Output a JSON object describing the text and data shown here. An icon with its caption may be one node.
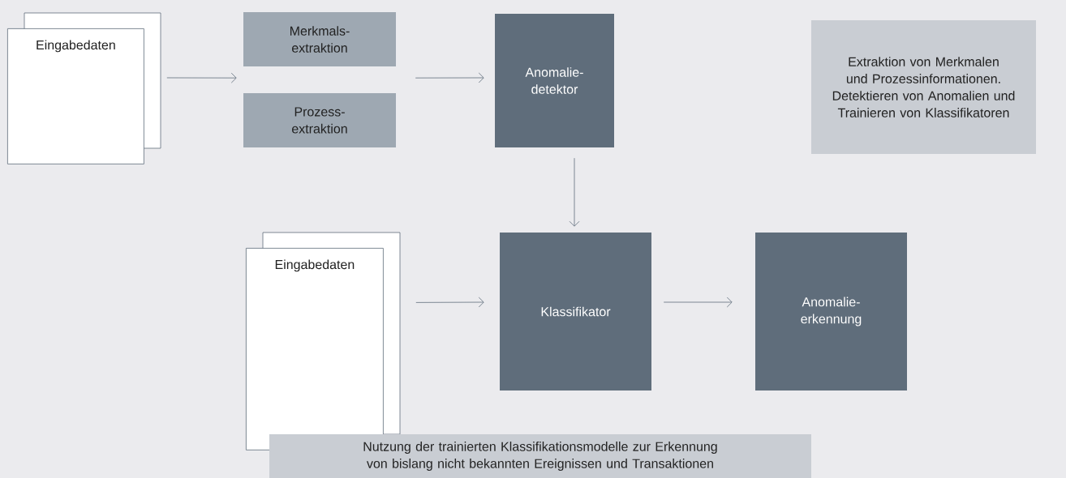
{
  "diagram": {
    "nodes": [
      {
        "text": [
          "Eingabedaten"
        ]
      },
      {
        "text": [
          "Merkmals- extraktion"
        ]
      },
      {
        "text": [
          "Prozess- extraktion"
        ]
      },
      {
        "text": [
          "Anomalie- detektor"
        ]
      },
      {
        "text": [
          "Extraktion von Merkmalen und Prozessinformationen. Detektieren von Anomalien und Trainieren von Klassifikatoren"
        ]
      },
      {
        "text": [
          "Eingabedaten"
        ]
      },
      {
        "text": [
          "Klassifikator"
        ]
      },
      {
        "text": [
          "Anomalie- erkennung"
        ]
      },
      {
        "text": [
          "Nutzung der trainierten Klassifikationsmodelle zur Erkennung von bislang nicht bekannten Ereignissen und Transaktionen"
        ]
      }
    ],
    "edges": [
      {
        "from": 0,
        "to": 1,
        "arrow": "to"
      },
      {
        "from": 1,
        "to": 3,
        "arrow": "to"
      },
      {
        "from": 3,
        "to": 6,
        "arrow": "to"
      },
      {
        "from": 5,
        "to": 6,
        "arrow": "to"
      },
      {
        "from": 6,
        "to": 7,
        "arrow": "to"
      }
    ]
  }
}
